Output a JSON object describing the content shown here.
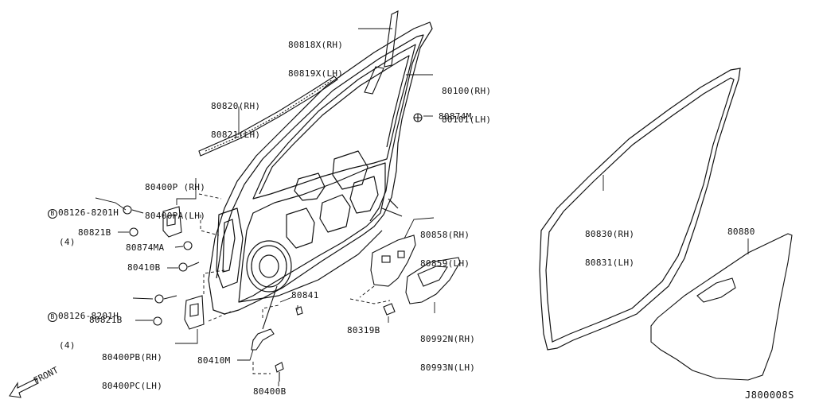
{
  "parts": {
    "sash_molding": [
      "80818X(RH)",
      "80819X(LH)"
    ],
    "door_panel": [
      "80100(RH)",
      "80101(LH)"
    ],
    "clip_a": "80874M",
    "outside_molding": [
      "80820(RH)",
      "80821(LH)"
    ],
    "upper_hinge": [
      "80400P (RH)",
      "80400PA(LH)"
    ],
    "upper_bolt": {
      "symbol": "B",
      "code": "08126-8201H",
      "qty": "(4)"
    },
    "nut_upper": "80821B",
    "clip_b": "80874MA",
    "bolt_b": "80410B",
    "lower_bolt": {
      "symbol": "B",
      "code": "08126-8201H",
      "qty": "(4)"
    },
    "nut_lower": "80821B",
    "lower_hinge": [
      "80400PB(RH)",
      "80400PC(LH)"
    ],
    "check_link": "80410M",
    "bolt_lower": "80400B",
    "plug": "80841",
    "weatherstrip": [
      "80830(RH)",
      "80831(LH)"
    ],
    "sealing_screen": "80880",
    "bracket": [
      "80858(RH)",
      "80859(LH)"
    ],
    "clip_c": "80319B",
    "insulator": [
      "80992N(RH)",
      "80993N(LH)"
    ]
  },
  "front_label": "FRONT",
  "diagram_code": "J800008S"
}
